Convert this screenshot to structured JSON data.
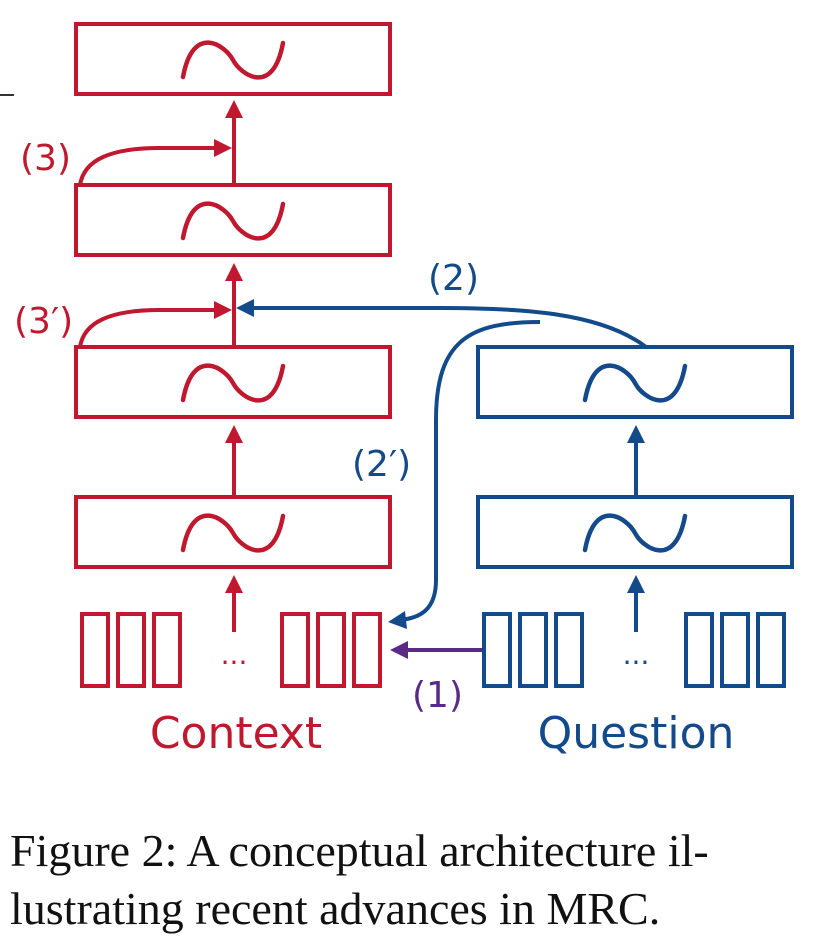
{
  "colors": {
    "context": "#c0182f",
    "question": "#134a8a",
    "attention": "#5a2a86",
    "caption": "#111111"
  },
  "labels": {
    "step_1": "(1)",
    "step_2": "(2)",
    "step_2_prime": "(2′)",
    "step_3": "(3)",
    "step_3_prime": "(3′)",
    "ellipsis": "···",
    "context": "Context",
    "question": "Question"
  },
  "caption": {
    "line1": "Figure 2: A conceptual architecture il-",
    "line2": "lustrating recent advances in MRC."
  },
  "icons": {
    "layer": "tilde-icon"
  }
}
